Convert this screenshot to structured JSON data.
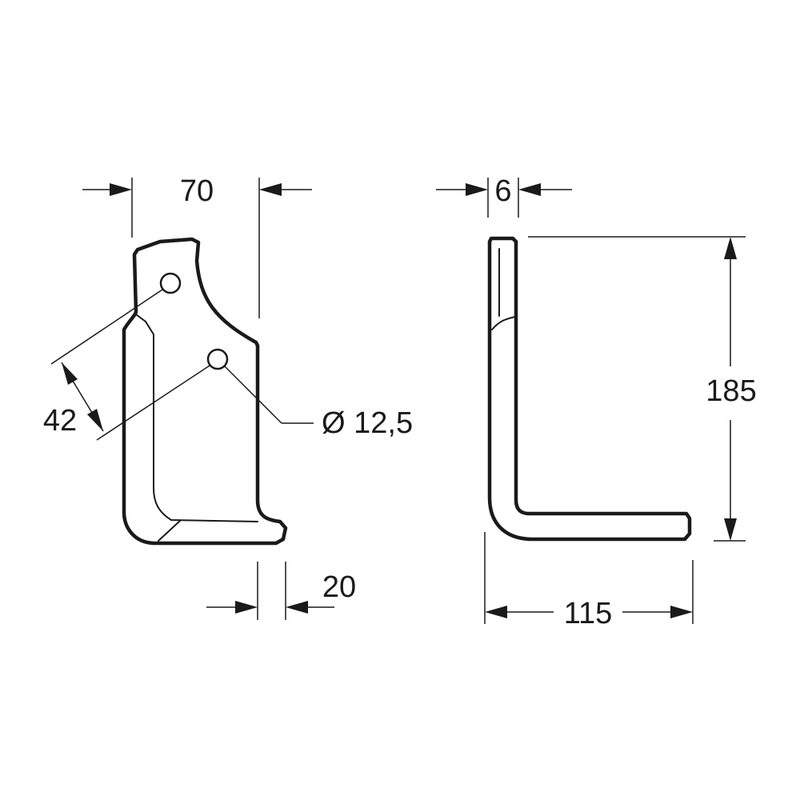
{
  "dimensions": {
    "width": "70",
    "thickness": "6",
    "hole_spacing": "42",
    "hole_diameter": "Ø 12,5",
    "blade_width": "20",
    "length": "115",
    "height": "185"
  }
}
